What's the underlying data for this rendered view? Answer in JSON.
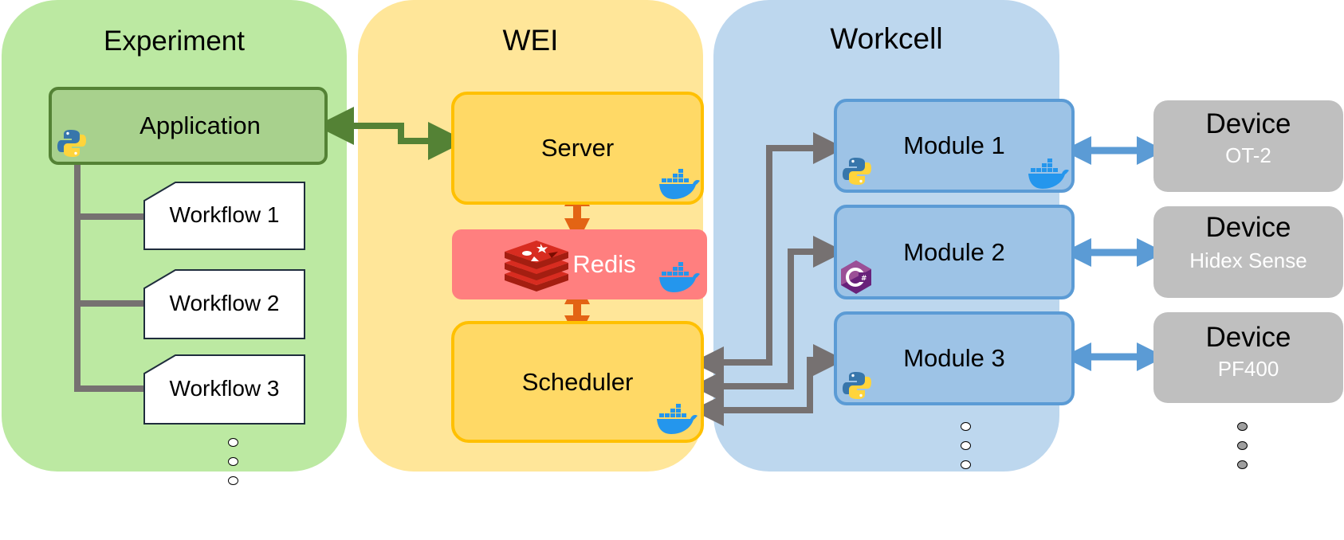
{
  "panels": {
    "experiment": "Experiment",
    "wei": "WEI",
    "workcell": "Workcell"
  },
  "experiment": {
    "application": "Application",
    "workflows": [
      "Workflow 1",
      "Workflow 2",
      "Workflow 3"
    ]
  },
  "wei": {
    "server": "Server",
    "redis": "Redis",
    "scheduler": "Scheduler"
  },
  "workcell": {
    "modules": [
      "Module 1",
      "Module 2",
      "Module 3"
    ]
  },
  "devices": [
    {
      "label": "Device",
      "name": "OT-2"
    },
    {
      "label": "Device",
      "name": "Hidex Sense"
    },
    {
      "label": "Device",
      "name": "PF400"
    }
  ],
  "icons": {
    "python": "python-icon",
    "docker": "docker-icon",
    "redis": "redis-logo-icon",
    "csharp": "csharp-icon"
  },
  "colors": {
    "experiment_bg": "#BCE9A2",
    "application_bg": "#A8D18D",
    "application_border": "#548235",
    "wei_bg": "#FFE699",
    "wei_box_bg": "#FFD966",
    "wei_box_border": "#FFC000",
    "redis_bg": "#FF7F7F",
    "workcell_bg": "#BDD7EE",
    "module_bg": "#9DC3E6",
    "module_border": "#5B9BD5",
    "device_bg": "#BFBFBF",
    "arrow_green": "#548235",
    "arrow_orange": "#E36414",
    "arrow_grey": "#767171",
    "arrow_blue": "#5B9BD5"
  }
}
